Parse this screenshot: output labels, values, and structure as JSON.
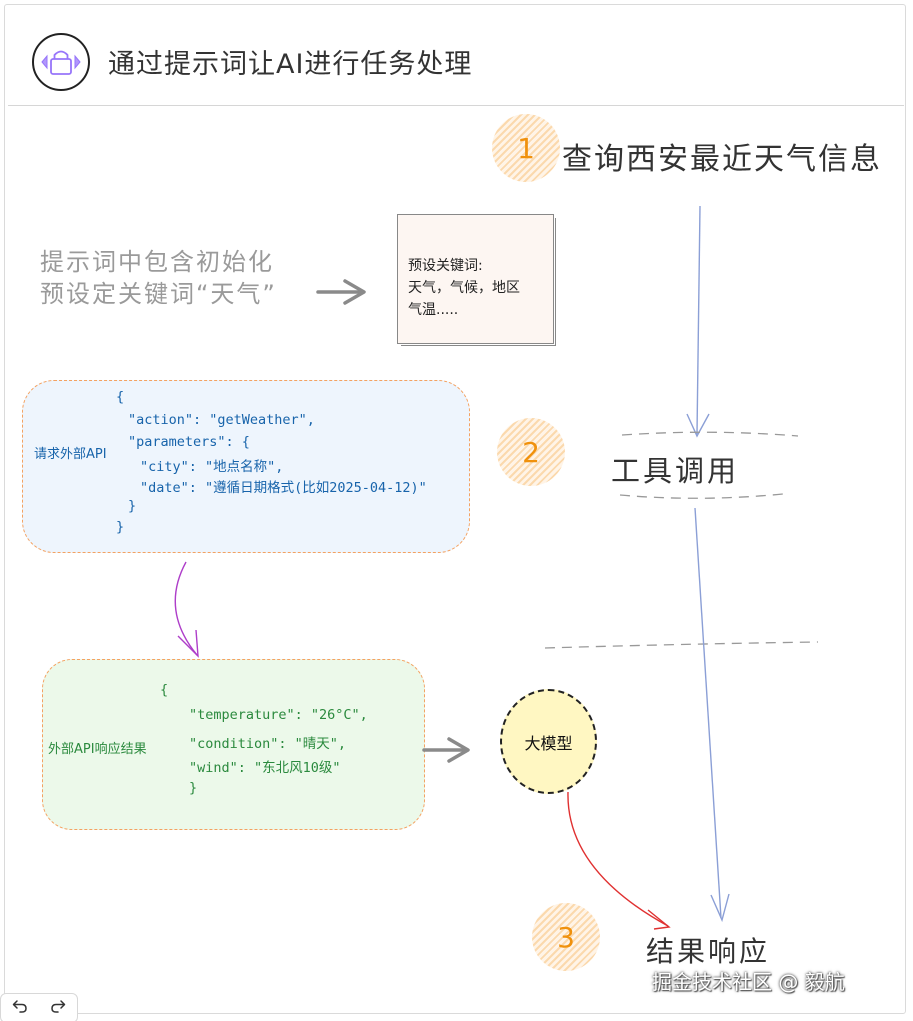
{
  "header": {
    "title": "通过提示词让AI进行任务处理",
    "icon": "lock-icon"
  },
  "steps": {
    "step1": {
      "number": "1",
      "text": "查询西安最近天气信息"
    },
    "step2": {
      "number": "2"
    },
    "step3": {
      "number": "3"
    }
  },
  "prompt_note": {
    "line1": "提示词中包含初始化",
    "line2": "预设定关键词“天气”"
  },
  "preset_box": {
    "line1": "预设关键词:",
    "line2": "天气，气候，地区",
    "line3": "气温....."
  },
  "api_request": {
    "label": "请求外部API",
    "lines": [
      "{",
      "\"action\": \"getWeather\",",
      "\"parameters\": {",
      "\"city\": \"地点名称\",",
      "\"date\": \"遵循日期格式(比如2025-04-12)\"",
      "}",
      "}"
    ]
  },
  "api_response": {
    "label": "外部API响应结果",
    "lines": [
      "{",
      "\"temperature\": \"26°C\",",
      "\"condition\": \"晴天\",",
      "\"wind\": \"东北风10级\"",
      "}"
    ]
  },
  "tool_call": {
    "label": "工具调用"
  },
  "model": {
    "label": "大模型"
  },
  "result": {
    "label": "结果响应"
  },
  "watermark": "掘金技术社区 @ 毅航",
  "toolbar": {
    "undo_icon": "undo-icon",
    "redo_icon": "redo-icon"
  },
  "colors": {
    "request_box": "#eef5fd",
    "response_box": "#ecf9ea",
    "model_fill": "#fff7c2",
    "step_circle": "#fbd7a9",
    "blue_arrow": "#8b9fd6",
    "purple_arrow": "#ae3ec9",
    "red_arrow": "#e03131",
    "gray_arrow": "#8a8a8a"
  }
}
